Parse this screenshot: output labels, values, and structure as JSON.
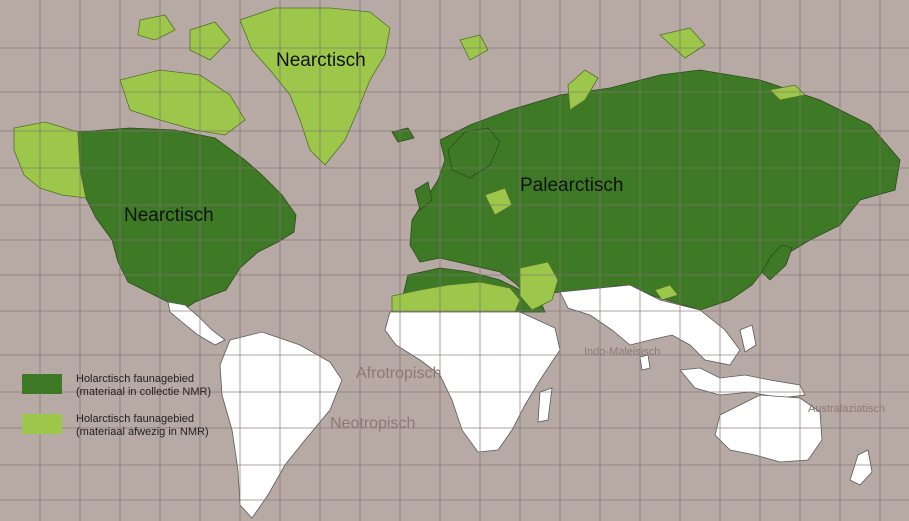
{
  "colors": {
    "ocean": "#b7a9a4",
    "grid": "#7f7370",
    "holarctic_collected": "#3e7a26",
    "holarctic_absent": "#9dc74a",
    "other_land": "#ffffff",
    "border": "#5a5a5a"
  },
  "labels": {
    "greenland": "Nearctisch",
    "north_america": "Nearctisch",
    "eurasia": "Palearctisch",
    "africa": "Afrotropisch",
    "south_america": "Neotropisch",
    "indomalaya": "Indo-Maleisisch",
    "australasia": "Australaziatisch"
  },
  "legend": [
    {
      "color": "#3e7a26",
      "line1": "Holarctisch faunagebied",
      "line2": "(materiaal in collectie NMR)"
    },
    {
      "color": "#9dc74a",
      "line1": "Holarctisch faunagebied",
      "line2": "(materiaal afwezig in NMR)"
    }
  ]
}
